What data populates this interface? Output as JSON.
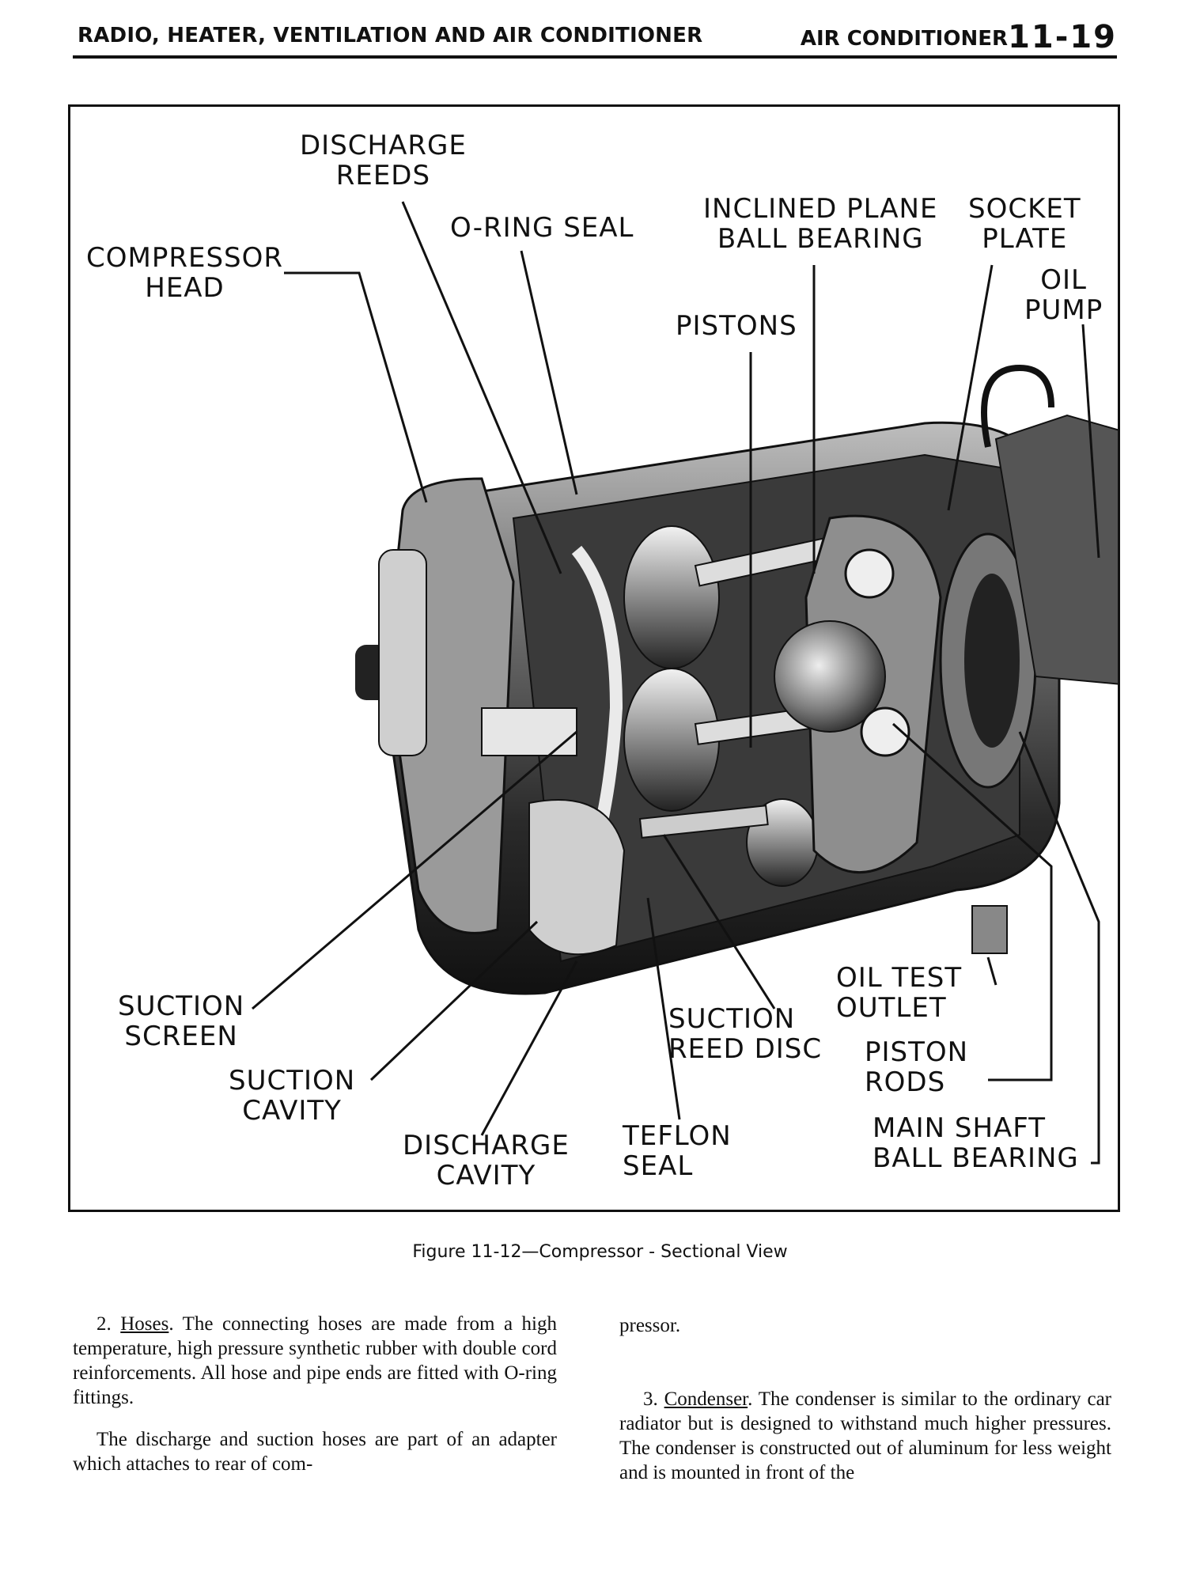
{
  "header": {
    "section_title": "RADIO, HEATER, VENTILATION AND AIR CONDITIONER",
    "subsection": "AIR CONDITIONER",
    "page_number": "11-19"
  },
  "figure": {
    "callouts": {
      "discharge_reeds": [
        "DISCHARGE",
        "REEDS"
      ],
      "o_ring_seal": [
        "O-RING SEAL"
      ],
      "inclined_plane_ball_bearing": [
        "INCLINED PLANE",
        "BALL BEARING"
      ],
      "socket_plate": [
        "SOCKET",
        "PLATE"
      ],
      "oil_pump": [
        "OIL",
        "PUMP"
      ],
      "compressor_head": [
        "COMPRESSOR",
        "HEAD"
      ],
      "pistons": [
        "PISTONS"
      ],
      "suction_screen": [
        "SUCTION",
        "SCREEN"
      ],
      "suction_cavity": [
        "SUCTION",
        "CAVITY"
      ],
      "discharge_cavity": [
        "DISCHARGE",
        "CAVITY"
      ],
      "teflon_seal": [
        "TEFLON",
        "SEAL"
      ],
      "suction_reed_disc": [
        "SUCTION",
        "REED DISC"
      ],
      "oil_test_outlet": [
        "OIL TEST",
        "OUTLET"
      ],
      "piston_rods": [
        "PISTON",
        "RODS"
      ],
      "main_shaft_ball_bearing": [
        "MAIN SHAFT",
        "BALL BEARING"
      ]
    },
    "caption": "Figure 11-12—Compressor - Sectional View"
  },
  "body": {
    "left_column": {
      "p1_number": "2.",
      "p1_heading": "Hoses",
      "p1_text": ". The connecting hoses are made from a high temperature, high pressure synthetic rubber with double cord reinforcements. All hose and pipe ends are fitted with O-ring fittings.",
      "p2_text": "The discharge and suction hoses are part of an adapter which attaches to rear of com-"
    },
    "right_column": {
      "p1_text": "pressor.",
      "p2_number": "3.",
      "p2_heading": "Condenser",
      "p2_text": ". The condenser is similar to the ordinary car radiator but is designed to withstand much higher pressures. The condenser is constructed out of aluminum for less weight and is mounted in front of the"
    }
  }
}
